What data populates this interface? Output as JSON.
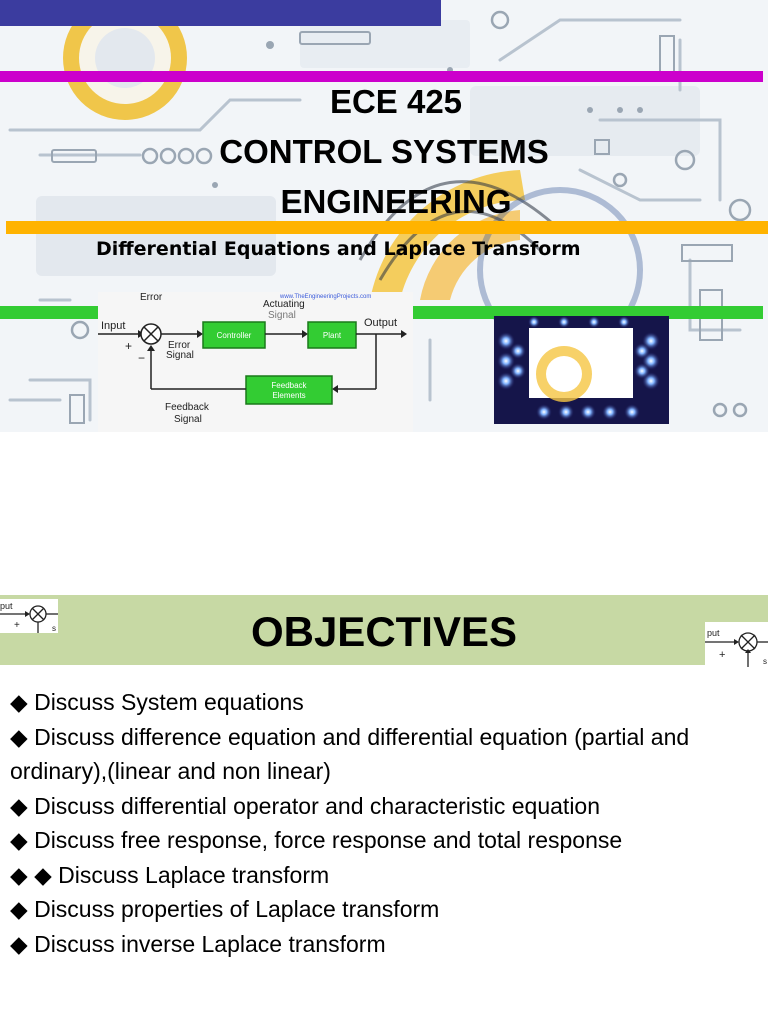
{
  "slide1": {
    "title_line1": "ECE 425",
    "title_line2": "CONTROL SYSTEMS",
    "title_line3": "ENGINEERING",
    "subtitle": "Differential Equations and Laplace Transform",
    "diagram": {
      "error_top": "Error",
      "actuating": "Actuating",
      "signal": "Signal",
      "watermark": "www.TheEngineeringProjects.com",
      "input": "Input",
      "plus": "+",
      "minus": "−",
      "error_signal_1": "Error",
      "error_signal_2": "Signal",
      "controller": "Controller",
      "plant": "Plant",
      "output": "Output",
      "feedback_box_1": "Feedback",
      "feedback_box_2": "Elements",
      "feedback_signal_1": "Feedback",
      "feedback_signal_2": "Signal"
    },
    "colors": {
      "navy_bar": "#3b3c9f",
      "magenta_bar": "#cc00cc",
      "yellow_bar": "#ffb300",
      "green_bar": "#33cc33",
      "block_fill": "#33cc33"
    }
  },
  "slide2": {
    "title": "OBJECTIVES",
    "thumb": {
      "put": "put",
      "plus": "+",
      "s": "s"
    },
    "header_color": "#c7d9a4",
    "bullet_symbol": "◆",
    "objectives": [
      "◆ Discuss System equations",
      "◆ Discuss difference equation and differential equation (partial and ordinary),(linear and  non linear)",
      "◆ Discuss differential operator and  characteristic equation",
      "◆ Discuss free response, force response and total response",
      "◆ ◆ Discuss Laplace transform",
      "◆ Discuss properties of Laplace transform",
      "◆ Discuss inverse Laplace transform"
    ]
  }
}
